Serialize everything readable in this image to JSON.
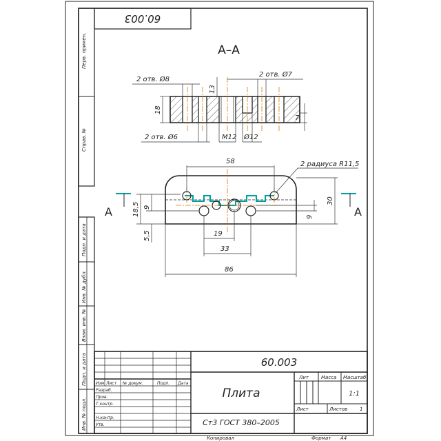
{
  "sheet": {
    "designation": "60.003",
    "designation_rotated": "60.003",
    "part_name": "Плита",
    "material": "Ст3 ГОСТ 380–2005",
    "scale": "1:1",
    "sheet_label": "Лист",
    "sheets_label": "Листов",
    "sheets_count": "1",
    "copied_label": "Копировал",
    "format_label": "Формат",
    "format_value": "А4"
  },
  "title_block": {
    "col_lit": "Лит",
    "col_mass": "Масса",
    "col_scale": "Масштаб",
    "row_headers": [
      "Изм",
      "Лист",
      "№ докум.",
      "Подп.",
      "Дата"
    ],
    "rows": [
      "Разраб.",
      "Пров.",
      "Т.контр.",
      "Н.контр.",
      "Утв."
    ]
  },
  "side_labels": [
    "Перв. примен.",
    "Справ. №",
    "Подп. и дата",
    "Инв. № дубл.",
    "Взам. инв. №",
    "Подп. и дата",
    "Инв. № подл."
  ],
  "section": {
    "title": "А–А",
    "marker_left": "А",
    "marker_right": "А"
  },
  "dimensions": {
    "holes_8": "2 отв. Ø8",
    "holes_7": "2 отв. Ø7",
    "holes_6": "2 отв. Ø6",
    "thread": "М12",
    "bore": "Ø12",
    "depth_13": "13",
    "thick_18": "18",
    "depth_7": "7",
    "radius": "2 радиуса R11,5",
    "len_58": "58",
    "len_86": "86",
    "len_19": "19",
    "len_33": "33",
    "h_18_5": "18,5",
    "h_9_left": "9",
    "h_5_5": "5,5",
    "h_30": "30",
    "h_9_right": "9"
  },
  "colors": {
    "line": "#222222",
    "thin": "#444444",
    "axis": "#e07b00",
    "cut": "#00a0a0"
  }
}
